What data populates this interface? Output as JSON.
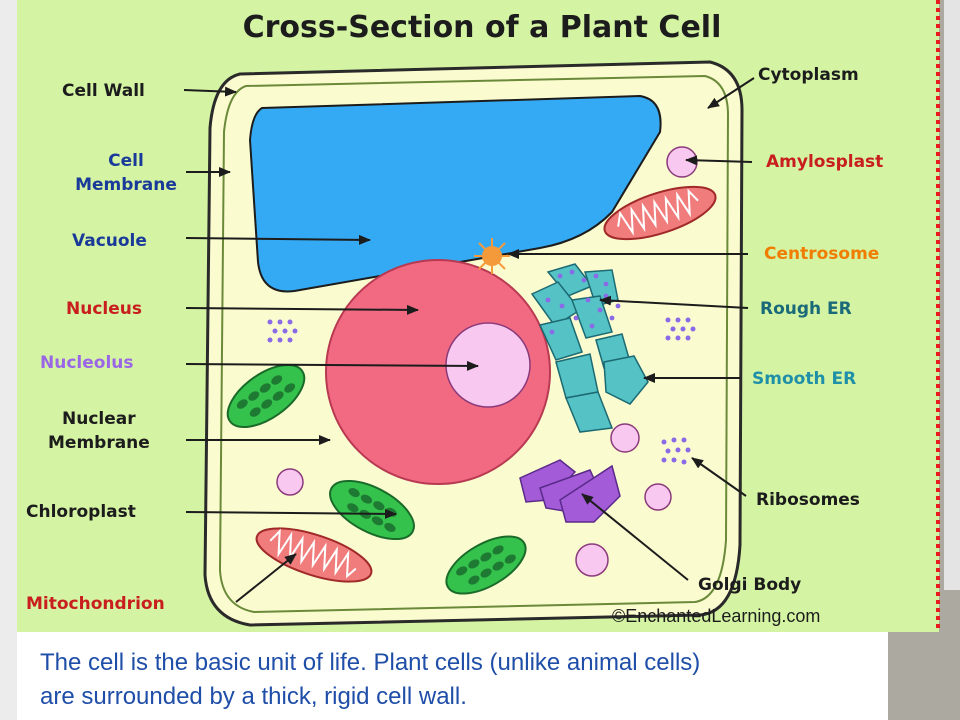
{
  "diagram": {
    "title": "Cross-Section of a Plant Cell",
    "credit": "©EnchantedLearning.com",
    "labels_left": {
      "cell_wall": "Cell Wall",
      "cell_membrane_1": "Cell",
      "cell_membrane_2": "Membrane",
      "vacuole": "Vacuole",
      "nucleus": "Nucleus",
      "nucleolus": "Nucleolus",
      "nuclear_membrane_1": "Nuclear",
      "nuclear_membrane_2": "Membrane",
      "chloroplast": "Chloroplast",
      "mitochondrion": "Mitochondrion"
    },
    "labels_right": {
      "cytoplasm": "Cytoplasm",
      "amylosplast": "Amylosplast",
      "centrosome": "Centrosome",
      "rough_er": "Rough ER",
      "smooth_er": "Smooth ER",
      "ribosomes": "Ribosomes",
      "golgi_body": "Golgi Body"
    },
    "colors": {
      "background": "#d4f4a4",
      "cytoplasm": "#fbfbd0",
      "vacuole": "#35aaf4",
      "nucleus": "#f26a82",
      "nucleolus": "#f8c8f0",
      "chloroplast": "#34c24c",
      "mitochondrion": "#f07c7c",
      "er": "#55c2c6",
      "golgi": "#a35bd8",
      "centrosome": "#f59a3a",
      "border_dash": "#e81c1c",
      "label_black": "#1c1c1c",
      "label_red": "#c81e1e",
      "label_purple": "#9a66e6",
      "label_orange": "#f07c00",
      "label_teal": "#2090a8"
    }
  },
  "caption": {
    "line1": "The cell is the basic unit of life. Plant cells (unlike animal cells)",
    "line2": "are surrounded by a thick, rigid cell wall."
  }
}
